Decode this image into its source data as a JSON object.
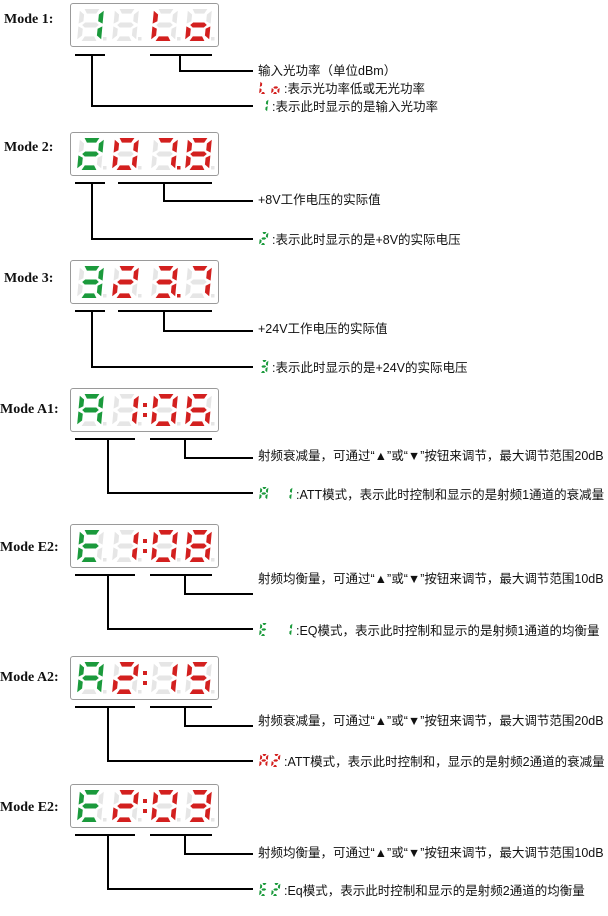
{
  "colors": {
    "green": "#1b9a3c",
    "red": "#d3201f",
    "off": "#e6e6e6"
  },
  "modes": [
    {
      "label": "Mode 1:",
      "digits": [
        {
          "ch": "1",
          "color": "green"
        },
        {
          "ch": "8",
          "color": "off"
        },
        {
          "ch": "L",
          "color": "red"
        },
        {
          "ch": "o",
          "color": "red"
        }
      ],
      "colon": false,
      "dot_on": -1,
      "desc_upper": "输入光功率（单位dBm）",
      "desc_upper2_glyph": "Lo",
      "desc_upper2": ":表示光功率低或无光功率",
      "desc_lower_glyph": "1",
      "desc_lower": ":表示此时显示的是输入光功率"
    },
    {
      "label": "Mode 2:",
      "digits": [
        {
          "ch": "2",
          "color": "green"
        },
        {
          "ch": "0",
          "color": "red"
        },
        {
          "ch": "7",
          "color": "red"
        },
        {
          "ch": "8",
          "color": "red"
        }
      ],
      "colon": false,
      "dot_on": 2,
      "desc_upper": "+8V工作电压的实际值",
      "desc_lower_glyph": "2",
      "desc_lower": ":表示此时显示的是+8V的实际电压"
    },
    {
      "label": "Mode 3:",
      "digits": [
        {
          "ch": "3",
          "color": "green"
        },
        {
          "ch": "2",
          "color": "red"
        },
        {
          "ch": "3",
          "color": "red"
        },
        {
          "ch": "7",
          "color": "red"
        }
      ],
      "colon": false,
      "dot_on": 2,
      "desc_upper": "+24V工作电压的实际值",
      "desc_lower_glyph": "3",
      "desc_lower": ":表示此时显示的是+24V的实际电压"
    },
    {
      "label": "Mode A1:",
      "digits": [
        {
          "ch": "A",
          "color": "green"
        },
        {
          "ch": "1",
          "color": "red"
        },
        {
          "ch": "0",
          "color": "red"
        },
        {
          "ch": "6",
          "color": "red"
        }
      ],
      "colon": true,
      "dot_on": -1,
      "desc_upper": "射频衰减量，可通过“▲”或“▼”按钮来调节，最大调节范围20dB",
      "desc_lower_glyph": "A 1",
      "desc_lower": ":ATT模式，表示此时控制和显示的是射频1通道的衰减量"
    },
    {
      "label": "Mode E2:",
      "digits": [
        {
          "ch": "E",
          "color": "green"
        },
        {
          "ch": "1",
          "color": "red"
        },
        {
          "ch": "0",
          "color": "red"
        },
        {
          "ch": "8",
          "color": "red"
        }
      ],
      "colon": true,
      "dot_on": -1,
      "desc_upper": "射频均衡量，可通过“▲”或“▼”按钮来调节，最大调节范围10dB",
      "desc_lower_glyph": "E 1",
      "desc_lower": ":EQ模式，表示此时控制和显示的是射频1通道的均衡量"
    },
    {
      "label": "Mode A2:",
      "digits": [
        {
          "ch": "A",
          "color": "green"
        },
        {
          "ch": "2",
          "color": "red"
        },
        {
          "ch": "1",
          "color": "red"
        },
        {
          "ch": "5",
          "color": "red"
        }
      ],
      "colon": true,
      "dot_on": -1,
      "desc_upper": "射频衰减量，可通过“▲”或“▼”按钮来调节，最大调节范围20dB",
      "desc_lower_glyph": "A2",
      "desc_lower": ":ATT模式，表示此时控制和，显示的是射频2通道的衰减量"
    },
    {
      "label": "Mode E2:",
      "digits": [
        {
          "ch": "E",
          "color": "green"
        },
        {
          "ch": "2",
          "color": "red"
        },
        {
          "ch": "0",
          "color": "red"
        },
        {
          "ch": "3",
          "color": "red"
        }
      ],
      "colon": true,
      "dot_on": -1,
      "desc_upper": "射频均衡量，可通过“▲”或“▼”按钮来调节，最大调节范围10dB",
      "desc_lower_glyph": "E2",
      "desc_lower": ":Eq模式，表示此时控制和显示的是射频2通道的均衡量"
    }
  ]
}
